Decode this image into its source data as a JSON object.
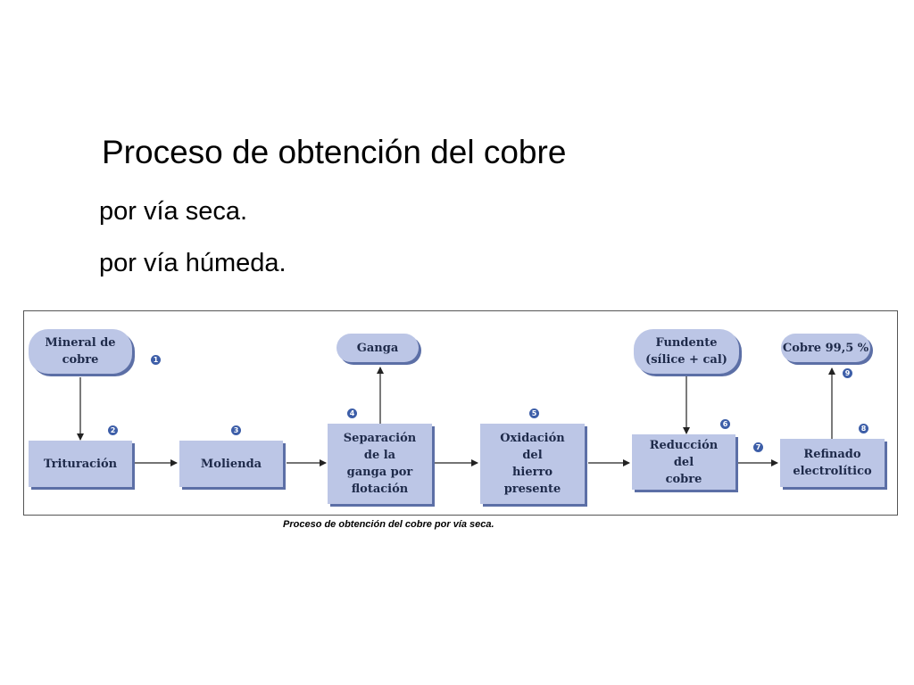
{
  "slide": {
    "title": "Proceso de obtención del cobre",
    "bullets": [
      "por vía seca.",
      "por vía húmeda."
    ],
    "caption": "Proceso de obtención del cobre por vía seca."
  },
  "diagram": {
    "inputs": {
      "mineral": "Mineral de\ncobre",
      "ganga": "Ganga",
      "fundente": "Fundente\n(sílice + cal)",
      "cobre": "Cobre 99,5 %"
    },
    "steps": {
      "trituracion": "Trituración",
      "molienda": "Molienda",
      "separacion": "Separación\nde la\nganga por\nflotación",
      "oxidacion": "Oxidación\ndel\nhierro\npresente",
      "reduccion": "Reducción\ndel\ncobre",
      "refinado": "Refinado\nelectrolítico"
    },
    "markers": [
      "1",
      "2",
      "3",
      "4",
      "5",
      "6",
      "7",
      "8",
      "9"
    ]
  }
}
